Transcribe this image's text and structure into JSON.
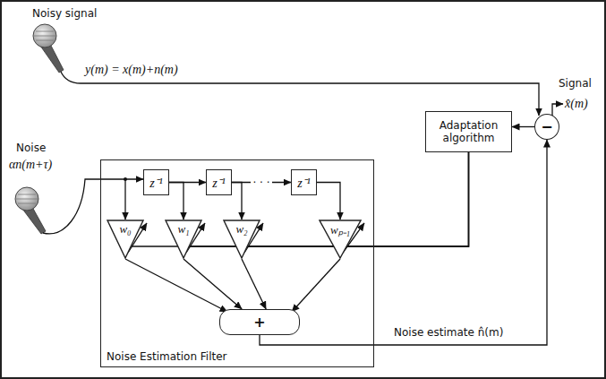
{
  "diagram": {
    "nodes": [
      {
        "text": [
          "Noise Estimation Filter"
        ]
      },
      {
        "text": [
          "z⁻¹"
        ],
        "in": 0
      },
      {
        "text": [
          "z⁻¹"
        ],
        "in": 0
      },
      {
        "text": [
          "z⁻¹"
        ],
        "in": 0
      },
      {
        "text": [
          "w₀"
        ],
        "in": 0
      },
      {
        "text": [
          "w₁"
        ],
        "in": 0
      },
      {
        "text": [
          "w₂"
        ],
        "in": 0
      },
      {
        "text": [
          "wₚ₋₁"
        ],
        "in": 0
      },
      {
        "text": [
          "+"
        ],
        "in": 0
      },
      {
        "text": [
          "Adaptation algorithm"
        ]
      },
      {
        "text": [
          "−"
        ]
      }
    ],
    "edges": [
      {
        "from": 1,
        "to": 2,
        "arrow": "to"
      },
      {
        "from": 2,
        "to": 3,
        "arrow": "to",
        "label": "· · ·"
      },
      {
        "from": 1,
        "to": 5,
        "arrow": "to"
      },
      {
        "from": 2,
        "to": 6,
        "arrow": "to"
      },
      {
        "from": 3,
        "to": 7,
        "arrow": "to"
      },
      {
        "from": 4,
        "to": 8,
        "arrow": "to"
      },
      {
        "from": 5,
        "to": 8,
        "arrow": "to"
      },
      {
        "from": 6,
        "to": 8,
        "arrow": "to"
      },
      {
        "from": 7,
        "to": 8,
        "arrow": "to"
      },
      {
        "from": 8,
        "to": 10,
        "arrow": "to",
        "label": "Noise estimate n̂(m)"
      },
      {
        "from": 10,
        "to": 9,
        "arrow": "to"
      },
      {
        "from": 9,
        "to": 4,
        "arrow": "none"
      },
      {
        "from": 9,
        "to": 5,
        "arrow": "none"
      },
      {
        "from": 9,
        "to": 6,
        "arrow": "none"
      },
      {
        "from": 9,
        "to": 7,
        "arrow": "none"
      }
    ],
    "labels": [
      "Noisy signal",
      "y(m) = x(m)+n(m)",
      "Noise",
      "αn(m+τ)",
      "Signal",
      "x̂(m)"
    ]
  }
}
